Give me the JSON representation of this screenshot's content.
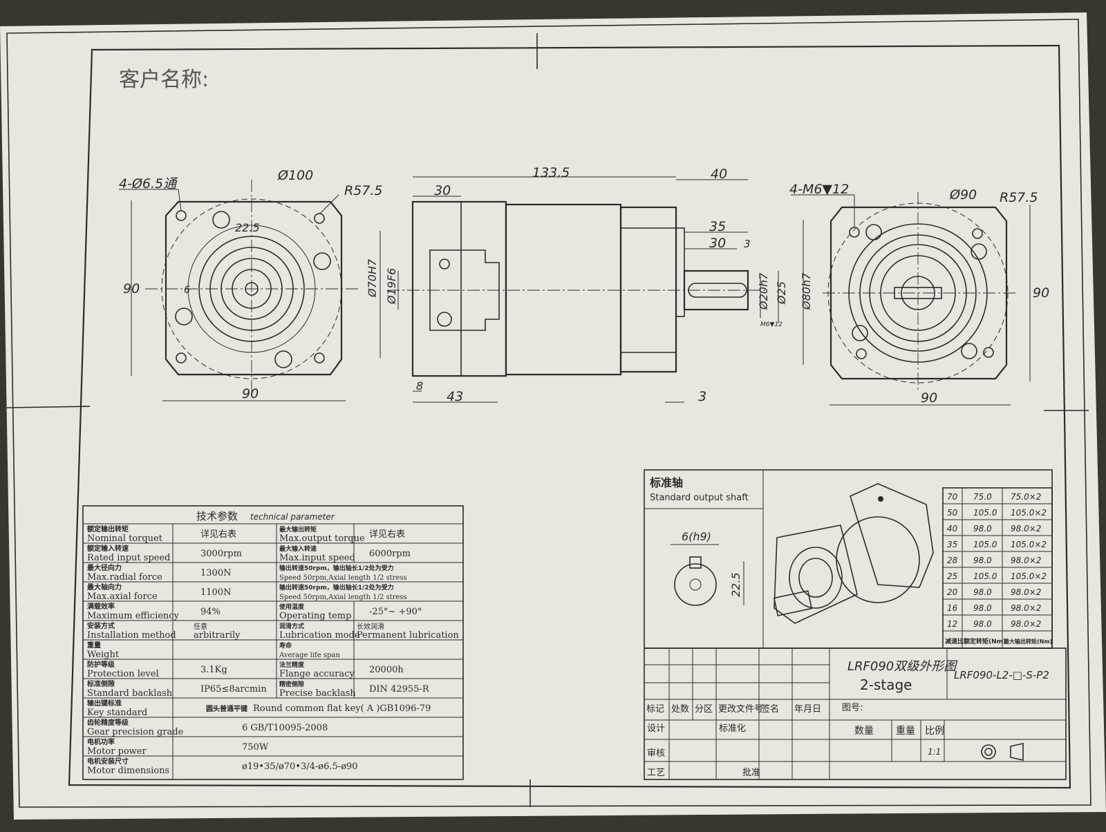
{
  "header": {
    "customer_label": "客户名称:"
  },
  "dimensions": {
    "front": {
      "holes": "4-Ø6.5通",
      "pcd": "Ø100",
      "radius": "R57.5",
      "key": "22.5",
      "key_w": "6",
      "height": "90",
      "width": "90"
    },
    "side": {
      "length": "133.5",
      "flange": "30",
      "shaft_len": "40",
      "key_len": "35",
      "key_len2": "30",
      "key_gap": "3",
      "bore1": "Ø70H7",
      "bore2": "Ø19F6",
      "shaft_d1": "Ø20h7",
      "shaft_d2": "Ø25",
      "shaft_d3": "Ø80h7",
      "thread": "M6▼12",
      "gap1": "8",
      "gap2": "43",
      "gap3": "3"
    },
    "rear": {
      "holes": "4-M6▼12",
      "pcd": "Ø90",
      "radius": "R57.5",
      "height": "90",
      "width": "90"
    }
  },
  "params": {
    "title_cn": "技术参数",
    "title_en": "technical parameter",
    "rows": [
      {
        "l_cn": "额定输出转矩",
        "l_en": "Nominal torquet",
        "l_val": "详见右表",
        "r_cn": "最大输出转矩",
        "r_en": "Max.output torque",
        "r_val": "详见右表"
      },
      {
        "l_cn": "额定输入转速",
        "l_en": "Rated input speed",
        "l_val": "3000rpm",
        "r_cn": "最大输入转速",
        "r_en": "Max.input speed",
        "r_val": "6000rpm"
      },
      {
        "l_cn": "最大径向力",
        "l_en": "Max.radial force",
        "l_val": "1300N",
        "r_cn": "输出转速50rpm，输出轴长1/2处为受力",
        "r_en": "Speed 50rpm,Axial length 1/2 stress",
        "r_val": ""
      },
      {
        "l_cn": "最大轴向力",
        "l_en": "Max.axial force",
        "l_val": "1100N",
        "r_cn": "输出转速50rpm，输出轴长1/2处为受力",
        "r_en": "Speed 50rpm,Axial length 1/2 stress",
        "r_val": ""
      },
      {
        "l_cn": "满载效率",
        "l_en": "Maximum efficiency",
        "l_val": "94%",
        "r_cn": "使用温度",
        "r_en": "Operating temp",
        "r_val": "-25°~ +90°"
      },
      {
        "l_cn": "安装方式",
        "l_en": "Installation method",
        "l_val_cn": "任意",
        "l_val": "arbitrarily",
        "r_cn": "润滑方式",
        "r_en": "Lubrication mode",
        "r_val_cn": "长效润滑",
        "r_val": "Permanent lubrication"
      },
      {
        "l_cn": "重量",
        "l_en": "Weight",
        "l_val": "",
        "r_cn": "寿命",
        "r_en": "Average life span",
        "r_val": ""
      },
      {
        "l_cn": "防护等级",
        "l_en": "Protection level",
        "l_val": "3.1Kg",
        "r_cn": "法兰精度",
        "r_en": "Flange accuracy",
        "r_val": "20000h"
      },
      {
        "l_cn": "标准侧隙",
        "l_en": "Standard backlash",
        "l_val": "IP65≤8arcmin",
        "r_cn": "精密侧隙",
        "r_en": "Precise backlash",
        "r_val": "DIN 42955-R"
      }
    ],
    "full_rows": [
      {
        "l_cn": "输出键标准",
        "l_en": "Key standard",
        "val_cn": "圆头普通平键",
        "val": "Round common flat key( A )GB1096-79"
      },
      {
        "l_cn": "齿轮精度等级",
        "l_en": "Gear precision grade",
        "val": "6 GB/T10095-2008"
      },
      {
        "l_cn": "电机功率",
        "l_en": "Motor power",
        "val": "750W"
      },
      {
        "l_cn": "电机安装尺寸",
        "l_en": "Motor  dimensions",
        "val": "ø19•35/ø70•3/4-ø6.5-ø90"
      }
    ]
  },
  "shaft": {
    "title_cn": "标准轴",
    "title_en": "Standard output shaft",
    "key_w": "6(h9)",
    "key_h": "22.5"
  },
  "ratios": {
    "header": [
      "减速比",
      "额定转矩(Nm)",
      "最大输出转矩(Nm)"
    ],
    "rows": [
      [
        "70",
        "75.0",
        "75.0×2"
      ],
      [
        "50",
        "105.0",
        "105.0×2"
      ],
      [
        "40",
        "98.0",
        "98.0×2"
      ],
      [
        "35",
        "105.0",
        "105.0×2"
      ],
      [
        "28",
        "98.0",
        "98.0×2"
      ],
      [
        "25",
        "105.0",
        "105.0×2"
      ],
      [
        "20",
        "98.0",
        "98.0×2"
      ],
      [
        "16",
        "98.0",
        "98.0×2"
      ],
      [
        "12",
        "98.0",
        "98.0×2"
      ]
    ]
  },
  "titleblock": {
    "name_cn": "LRF090双级外形图",
    "name_en": "2-stage",
    "model": "LRF090-L2-□-S-P2",
    "rev_labels": [
      "标记",
      "处数",
      "分区",
      "更改文件号",
      "签名",
      "年月日"
    ],
    "labels": {
      "design": "设计",
      "standard": "标准化",
      "check": "审核",
      "process": "工艺",
      "approve": "批准",
      "qty": "数量",
      "weight": "重量",
      "scale": "比例",
      "drawing_no": "图号:",
      "scale_val": "1:1"
    }
  }
}
